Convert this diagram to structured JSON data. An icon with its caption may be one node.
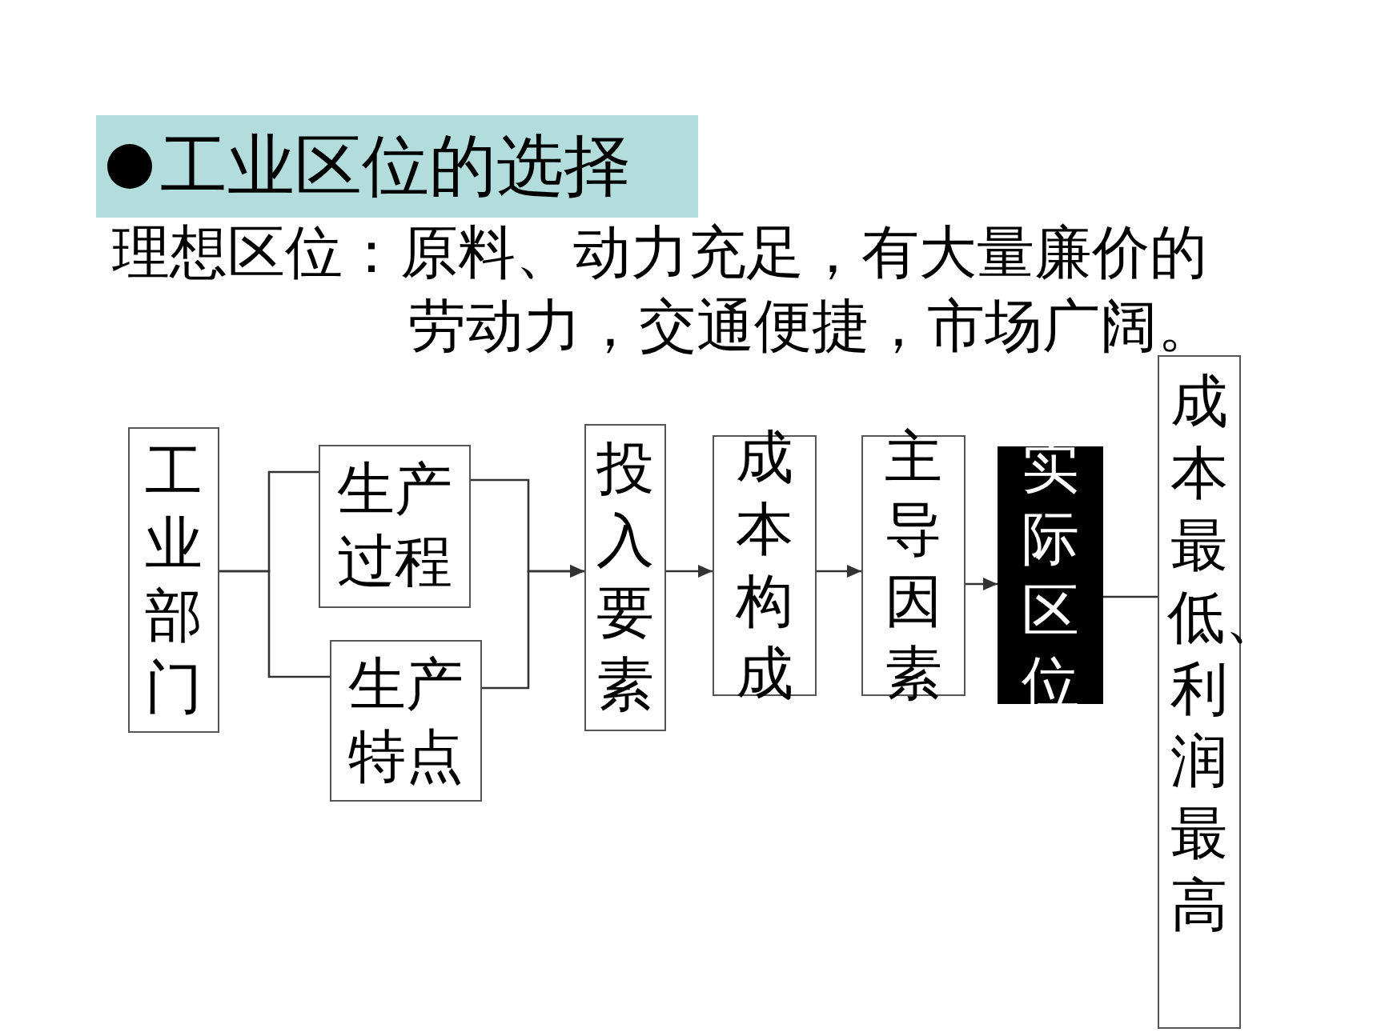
{
  "diagram": {
    "title": "工业区位的选择",
    "nodes": [
      {
        "text": [
          "工业部门"
        ]
      },
      {
        "text": [
          "生产过程"
        ]
      },
      {
        "text": [
          "生产特点"
        ]
      },
      {
        "text": [
          "投入要素"
        ]
      },
      {
        "text": [
          "成本构成"
        ]
      },
      {
        "text": [
          "主导因素"
        ]
      },
      {
        "text": [
          "实际区位"
        ]
      },
      {
        "text": [
          "成本最低、利润最高"
        ]
      }
    ],
    "edges": [
      {
        "from": 0,
        "to": 1,
        "arrow": "none"
      },
      {
        "from": 0,
        "to": 2,
        "arrow": "none"
      },
      {
        "from": 1,
        "to": 3,
        "arrow": "to"
      },
      {
        "from": 2,
        "to": 3,
        "arrow": "to"
      },
      {
        "from": 3,
        "to": 4,
        "arrow": "to"
      },
      {
        "from": 4,
        "to": 5,
        "arrow": "to"
      },
      {
        "from": 5,
        "to": 6,
        "arrow": "to"
      },
      {
        "from": 6,
        "to": 7,
        "arrow": "none"
      }
    ],
    "labels": [
      "理想区位：原料、动力充足，有大量廉价的劳动力，交通便捷，市场广阔。"
    ]
  }
}
